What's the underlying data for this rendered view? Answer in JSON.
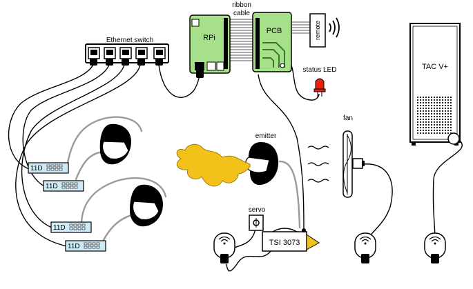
{
  "labels": {
    "ribbon_line1": "ribbon",
    "ribbon_line2": "cable",
    "ethernet_switch": "Ethernet switch",
    "rpi": "RPi",
    "pcb": "PCB",
    "remote": "remote",
    "status_led": "status LED",
    "tac": "TAC V+",
    "emitter": "emitter",
    "fan": "fan",
    "servo": "servo",
    "tsi": "TSI 3073",
    "sensor_1": "11D",
    "sensor_2": "11D",
    "sensor_3": "11D",
    "sensor_4": "11D"
  },
  "colors": {
    "board_green": "#a6e08a",
    "led_red": "#e8200e",
    "cloud_yellow": "#f2c21b",
    "sensor_blue": "#cdeaf7",
    "cable_grey": "#9a9a9a",
    "line_black": "#000000"
  },
  "icons": {
    "wireless": "wireless-icon",
    "plug": "smart-plug-icon"
  }
}
